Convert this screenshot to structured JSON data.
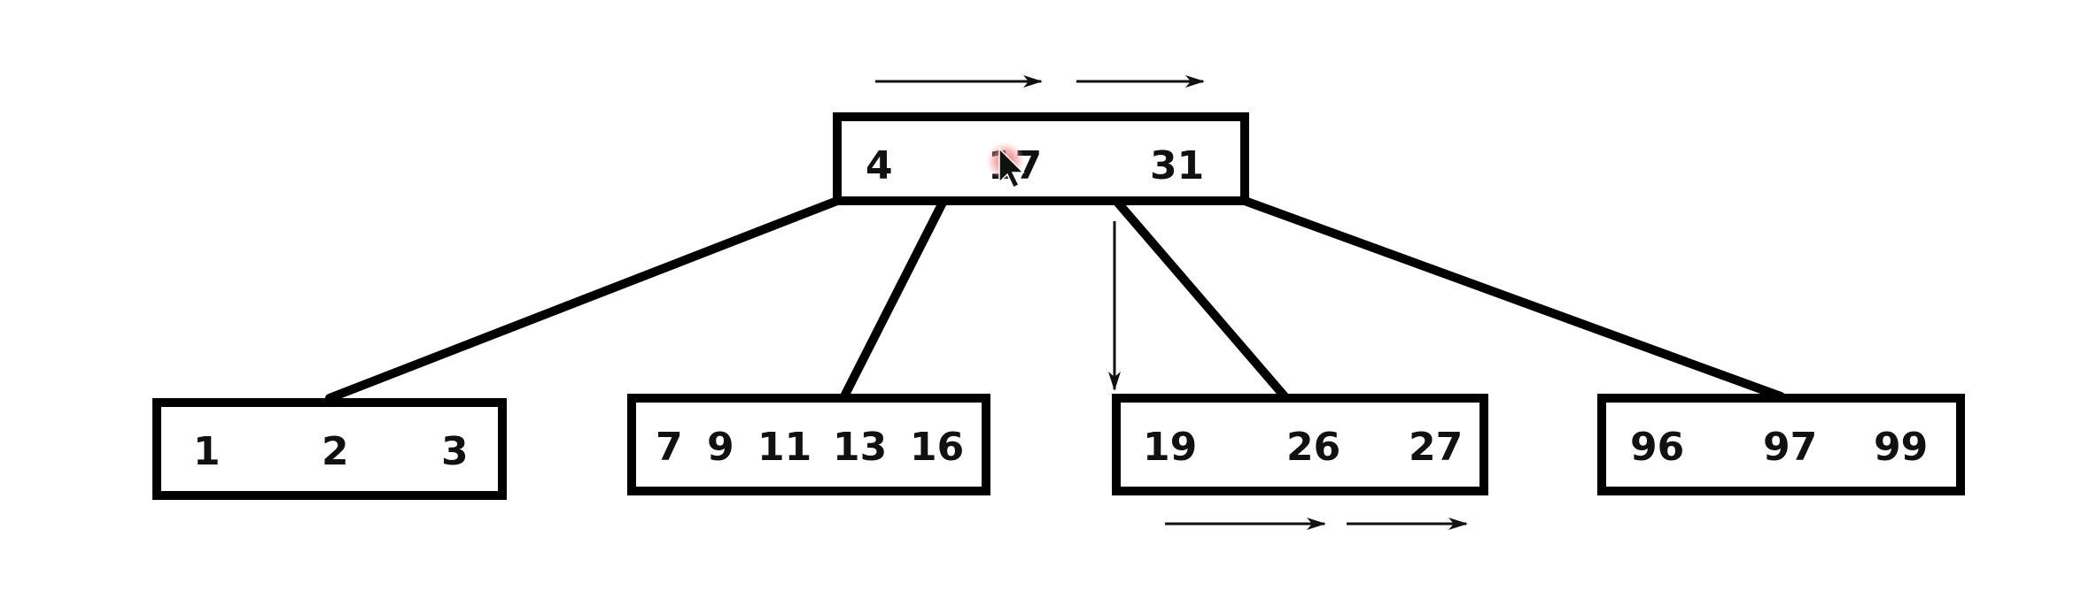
{
  "tree": {
    "root": {
      "keys": [
        "4",
        "17",
        "31"
      ]
    },
    "children": [
      {
        "keys": [
          "1",
          "2",
          "3"
        ]
      },
      {
        "keys": [
          "7",
          "9",
          "11",
          "13",
          "16"
        ]
      },
      {
        "keys": [
          "19",
          "26",
          "27"
        ]
      },
      {
        "keys": [
          "96",
          "97",
          "99"
        ]
      }
    ]
  },
  "colors": {
    "stroke": "#000000",
    "text": "#111111",
    "cursor_highlight": "#e05a5a",
    "background": "#ffffff"
  },
  "icons": {
    "cursor": "mouse-pointer-icon"
  }
}
